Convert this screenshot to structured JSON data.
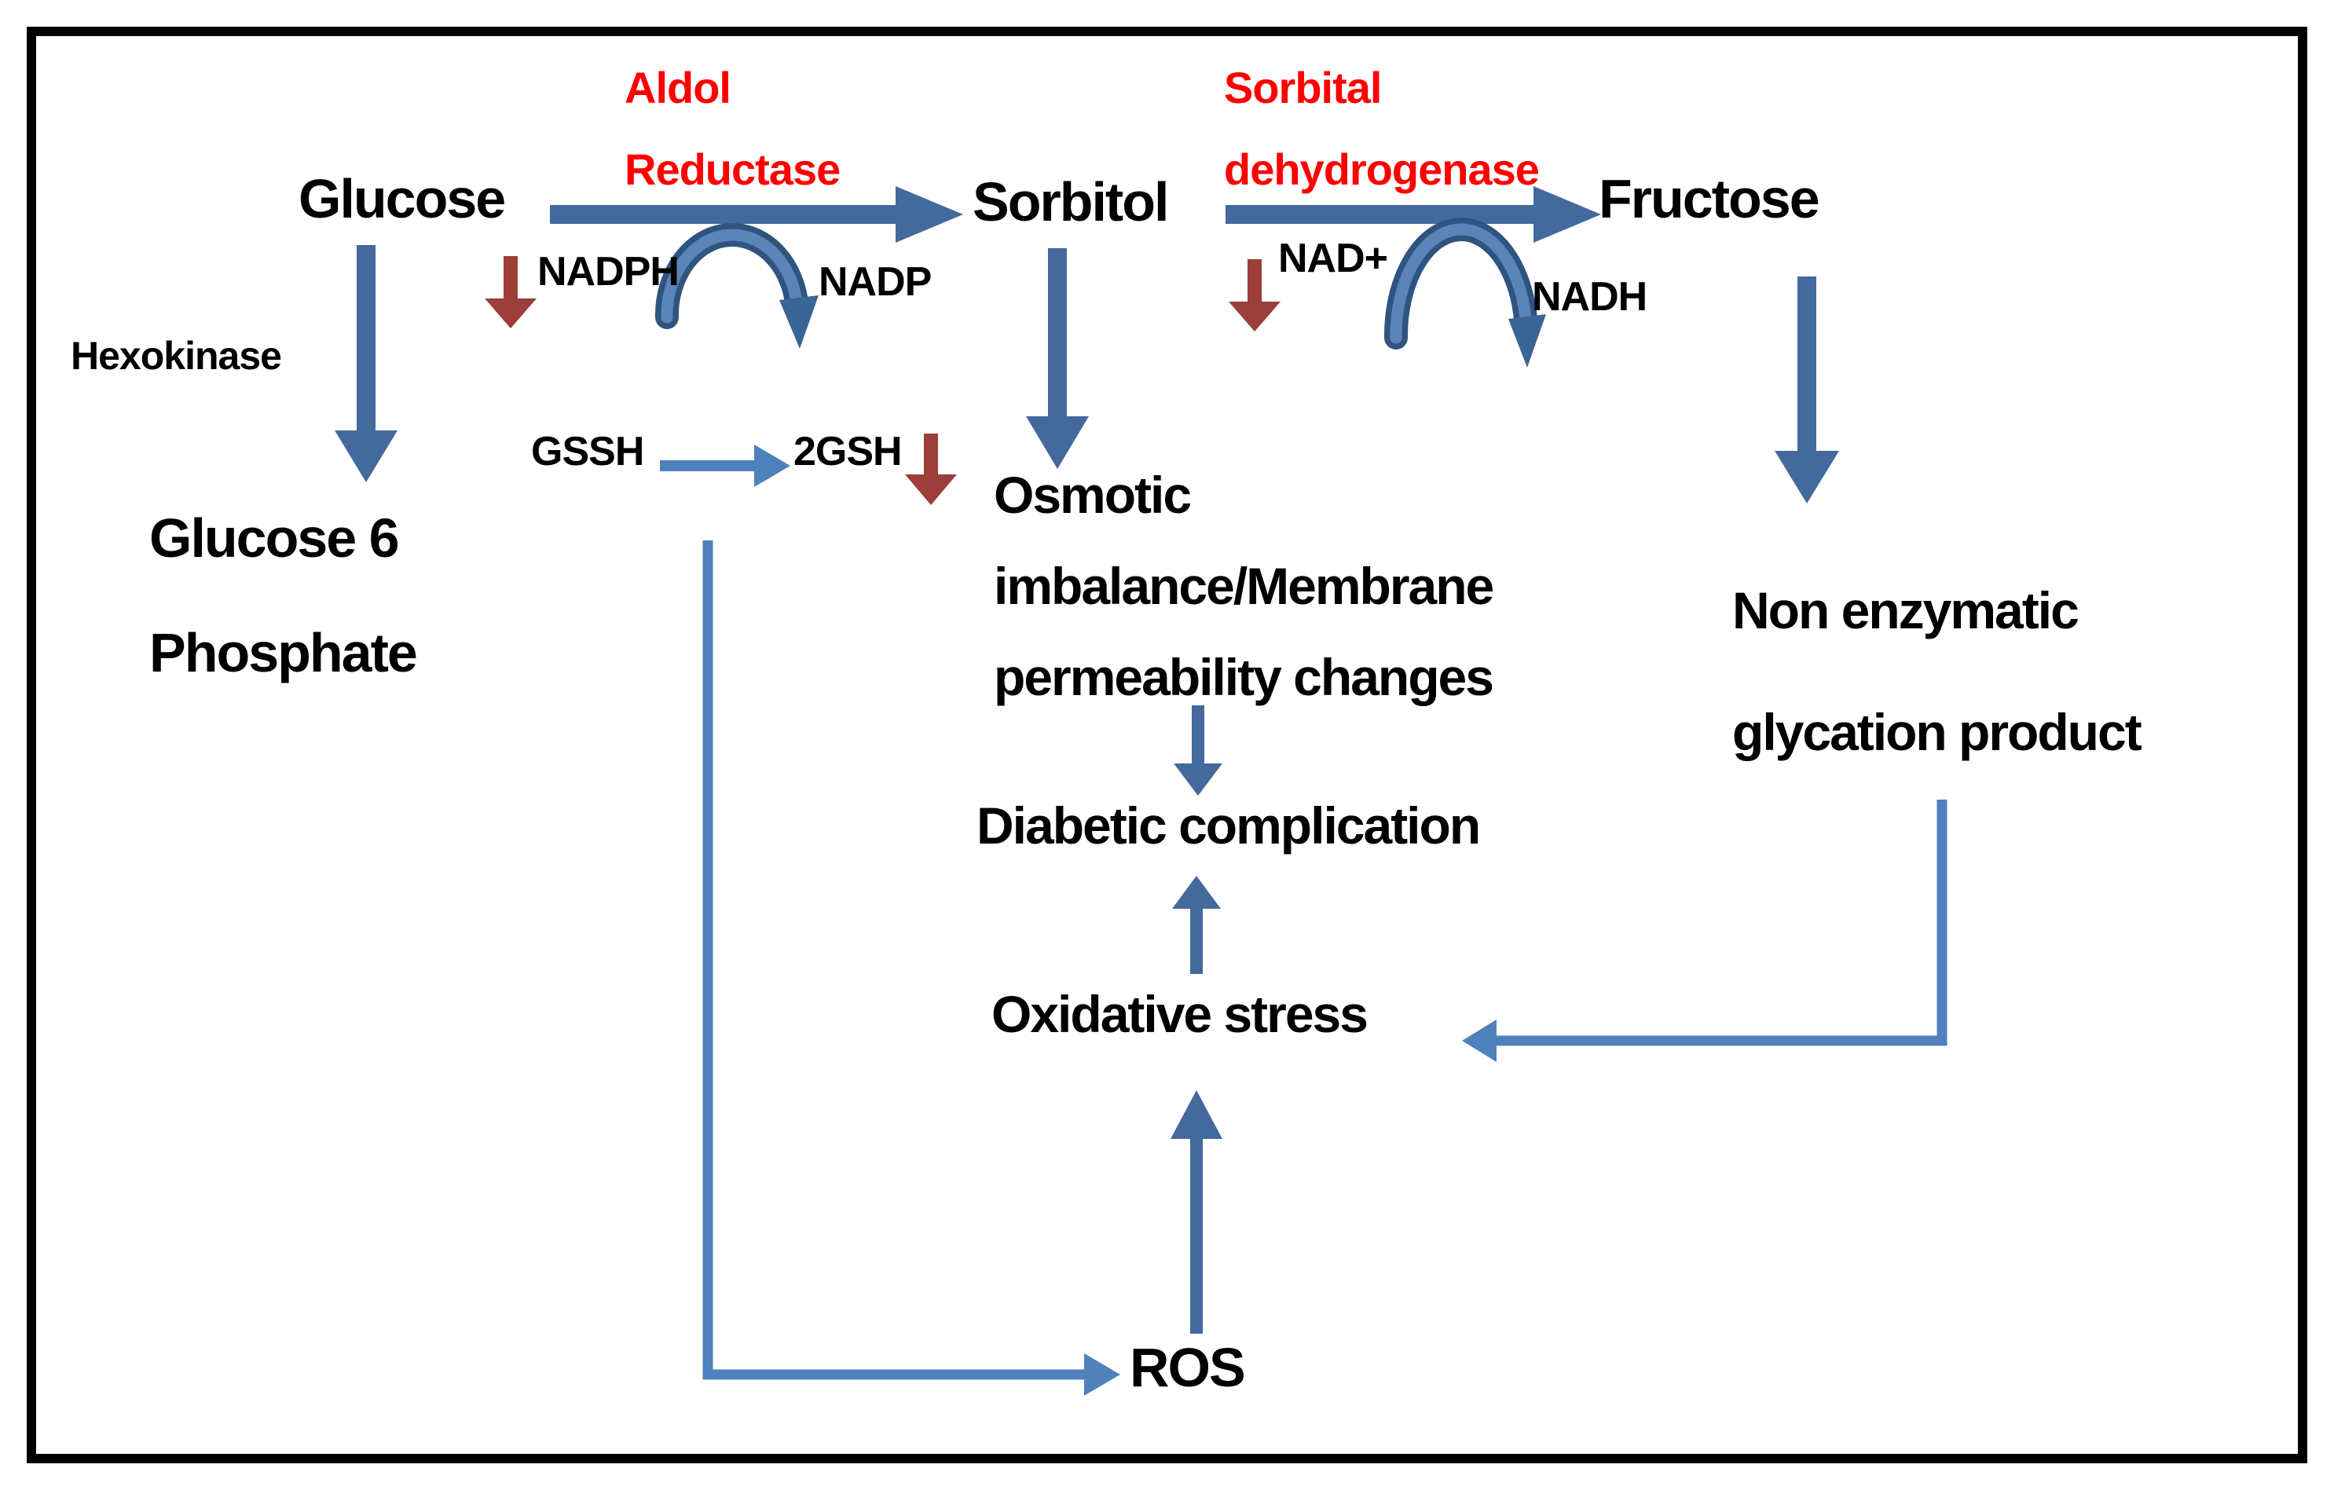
{
  "nodes": {
    "glucose": "Glucose",
    "sorbitol": "Sorbitol",
    "fructose": "Fructose",
    "glucose_6_phosphate": [
      "Glucose 6",
      "Phosphate"
    ],
    "osmotic": [
      "Osmotic",
      "imbalance/Membrane",
      "permeability changes"
    ],
    "non_enzymatic": [
      "Non enzymatic",
      "glycation product"
    ],
    "diabetic_complication": "Diabetic complication",
    "oxidative_stress": "Oxidative stress",
    "ros": "ROS"
  },
  "enzymes": {
    "aldol_reductase": [
      "Aldol",
      "Reductase"
    ],
    "sorbital_dehydrogenase": [
      "Sorbital",
      "dehydrogenase"
    ],
    "hexokinase": "Hexokinase"
  },
  "cofactors": {
    "nadph": "NADPH",
    "nadp": "NADP",
    "nad_plus": "NAD+",
    "nadh": "NADH",
    "gssh": "GSSH",
    "gsh2": "2GSH"
  },
  "decrease_indicators": [
    "NADPH",
    "NAD+",
    "2GSH"
  ],
  "edges": [
    {
      "from": "Glucose",
      "to": "Sorbitol",
      "label": "Aldol Reductase"
    },
    {
      "from": "Sorbitol",
      "to": "Fructose",
      "label": "Sorbital dehydrogenase"
    },
    {
      "from": "Glucose",
      "to": "Glucose 6 Phosphate",
      "label": "Hexokinase"
    },
    {
      "from": "NADPH",
      "to": "NADP"
    },
    {
      "from": "NAD+",
      "to": "NADH"
    },
    {
      "from": "GSSH",
      "to": "2GSH"
    },
    {
      "from": "Sorbitol",
      "to": "Osmotic imbalance/Membrane permeability changes"
    },
    {
      "from": "Fructose",
      "to": "Non enzymatic glycation product"
    },
    {
      "from": "Osmotic imbalance/Membrane permeability changes",
      "to": "Diabetic complication"
    },
    {
      "from": "Oxidative stress",
      "to": "Diabetic complication"
    },
    {
      "from": "ROS",
      "to": "Oxidative stress"
    },
    {
      "from": "Non enzymatic glycation product",
      "to": "Oxidative stress"
    },
    {
      "from": "GSSH",
      "to": "ROS"
    }
  ],
  "colors": {
    "node_text": "#000000",
    "enzyme_text": "#ff0000",
    "arrow_blue_dark": "#44699c",
    "arrow_blue_bright": "#4f81bd",
    "arrow_red": "#9c3e39",
    "arc_outer": "#2f5480",
    "arc_inner": "#5b84b8",
    "arc_head": "#3a6597",
    "border": "#000000",
    "background": "#ffffff"
  }
}
